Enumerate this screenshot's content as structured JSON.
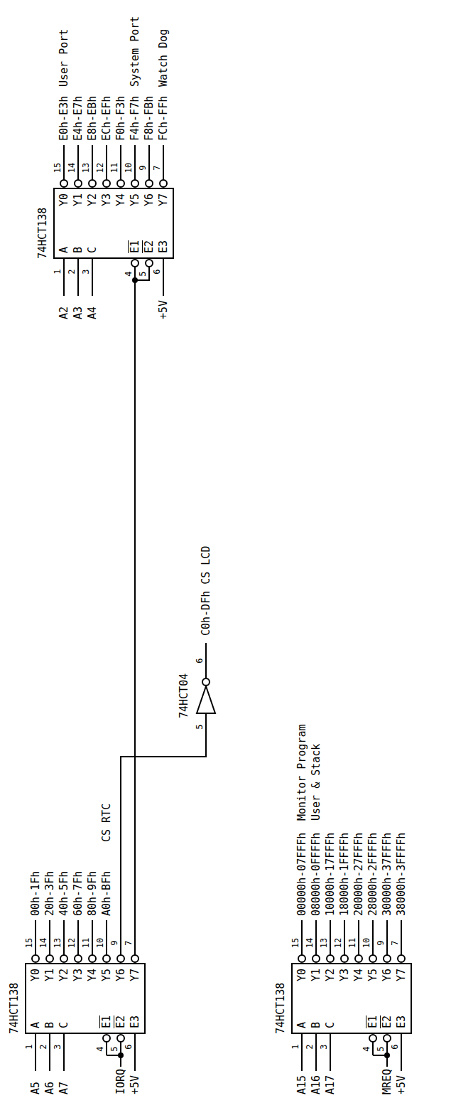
{
  "diagram": {
    "nodes": [
      {
        "text": [
          "74HCT138",
          "A",
          "B",
          "C",
          "E1",
          "E2",
          "E3",
          "Y0",
          "Y1",
          "Y2",
          "Y3",
          "Y4",
          "Y5",
          "Y6",
          "Y7"
        ]
      },
      {
        "text": [
          "74HCT138",
          "A",
          "B",
          "C",
          "E1",
          "E2",
          "E3",
          "Y0",
          "Y1",
          "Y2",
          "Y3",
          "Y4",
          "Y5",
          "Y6",
          "Y7"
        ]
      },
      {
        "text": [
          "74HCT04"
        ]
      },
      {
        "text": [
          "74HCT138",
          "A",
          "B",
          "C",
          "E1",
          "E2",
          "E3",
          "Y0",
          "Y1",
          "Y2",
          "Y3",
          "Y4",
          "Y5",
          "Y6",
          "Y7"
        ]
      }
    ],
    "edges": [
      {
        "from": 0,
        "to": 1,
        "arrow": "none"
      },
      {
        "from": 0,
        "to": 2,
        "arrow": "none"
      }
    ],
    "labels": [
      "1",
      "2",
      "3",
      "4",
      "5",
      "6",
      "15",
      "14",
      "13",
      "12",
      "11",
      "10",
      "9",
      "7",
      "A5",
      "A6",
      "A7",
      "IORQ",
      "+5V",
      "00h-1Fh",
      "20h-3Fh",
      "40h-5Fh",
      "60h-7Fh",
      "80h-9Fh",
      "A0h-BFh",
      "CS RTC",
      "5",
      "6",
      "C0h-DFh CS LCD",
      "1",
      "2",
      "3",
      "4",
      "5",
      "6",
      "15",
      "14",
      "13",
      "12",
      "11",
      "10",
      "9",
      "7",
      "A2",
      "A3",
      "A4",
      "+5V",
      "E0h-E3h",
      "E4h-E7h",
      "E8h-EBh",
      "ECh-EFh",
      "F0h-F3h",
      "F4h-F7h",
      "F8h-FBh",
      "FCh-FFh",
      "User Port",
      "System Port",
      "Watch Dog",
      "1",
      "2",
      "3",
      "4",
      "5",
      "6",
      "15",
      "14",
      "13",
      "12",
      "11",
      "10",
      "9",
      "7",
      "A15",
      "A16",
      "A17",
      "MREQ",
      "+5V",
      "00000h-07FFFh",
      "08000h-0FFFFh",
      "10000h-17FFFh",
      "18000h-1FFFFh",
      "20000h-27FFFh",
      "28000h-2FFFFh",
      "30000h-37FFFh",
      "38000h-3FFFFh",
      "Monitor Program",
      "User & Stack"
    ]
  }
}
